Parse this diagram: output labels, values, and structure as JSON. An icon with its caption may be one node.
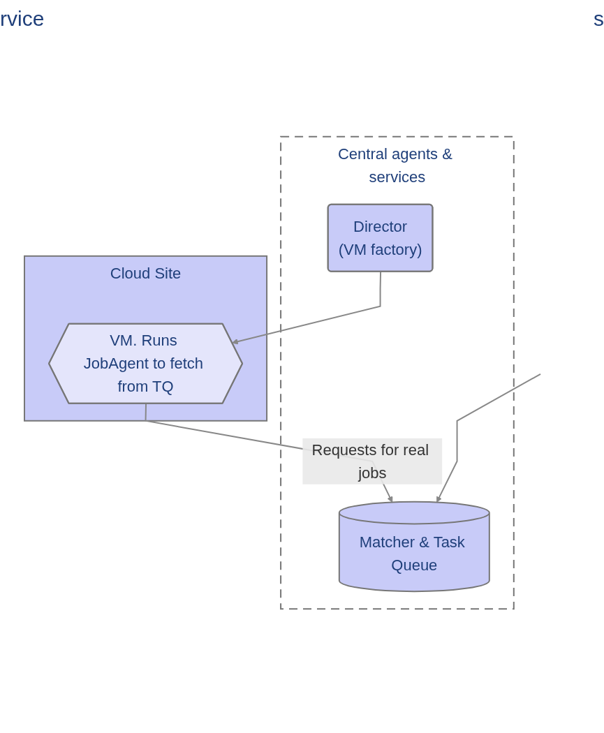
{
  "diagram": {
    "nodes": [
      {
        "text": [
          "Cloud Site"
        ]
      },
      {
        "text": [
          "VM. Runs JobAgent to fetch from TQ"
        ],
        "in": 0
      },
      {
        "text": [
          "Central agents & services"
        ]
      },
      {
        "text": [
          "Director",
          "(VM factory)"
        ],
        "in": 2
      },
      {
        "text": [
          "Matcher & Task Queue"
        ],
        "in": 2
      }
    ],
    "edges": [
      {
        "from": 3,
        "to": 1,
        "arrow": "to"
      },
      {
        "from": 1,
        "to": 4,
        "arrow": "to",
        "label": "Requests for real jobs"
      },
      {
        "from": null,
        "to": 4,
        "arrow": "to"
      }
    ],
    "labels": [
      "rvice",
      "s"
    ]
  }
}
